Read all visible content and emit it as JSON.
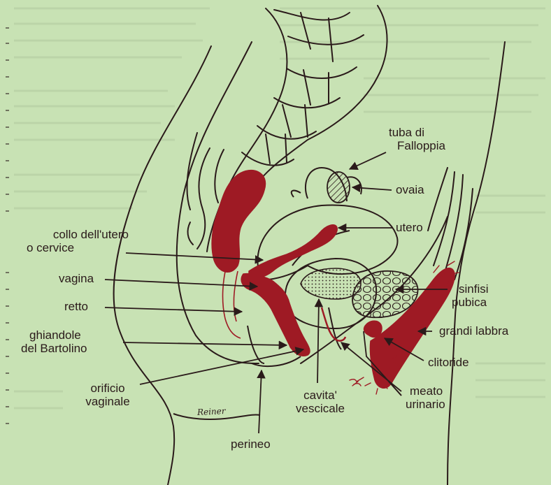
{
  "diagram": {
    "labels": {
      "tuba": {
        "line1": "tuba di",
        "line2": "Falloppia"
      },
      "ovaia": "ovaia",
      "utero": "utero",
      "collo": {
        "line1": "collo dell'utero",
        "line2": "o cervice"
      },
      "vagina": "vagina",
      "retto": "retto",
      "ghiandole": {
        "line1": "ghiandole",
        "line2": "del Bartolino"
      },
      "orificio": {
        "line1": "orificio",
        "line2": "vaginale"
      },
      "cavita": {
        "line1": "cavita'",
        "line2": "vescicale"
      },
      "perineo": "perineo",
      "sinfisi": {
        "line1": "sinfisi",
        "line2": "pubica"
      },
      "grandi_labbra": "grandi labbra",
      "clitoride": "clitoride",
      "meato": {
        "line1": "meato",
        "line2": "urinario"
      }
    },
    "signature": "Reiner",
    "colors": {
      "background": "#c8e2b4",
      "line": "#2a1a1a",
      "organ": "#9e1a24"
    }
  }
}
